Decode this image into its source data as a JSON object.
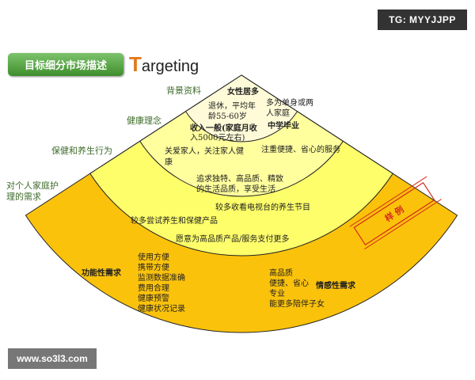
{
  "tag": "TG: MYYJJPP",
  "title": "目标细分市场描述",
  "targeting": {
    "first": "T",
    "rest": "argeting"
  },
  "website": "www.so3l3.com",
  "colors": {
    "ring1": "#fffbd8",
    "ring2": "#ffff9e",
    "ring3": "#fefe6a",
    "ring4": "#fbc20c",
    "label": "#3e6b2a",
    "stamp": "#d42a1c"
  },
  "layer_labels": [
    "背景资料",
    "健康理念",
    "保健和养生行为",
    "对个人家庭护",
    "理的需求"
  ],
  "ring1": [
    "女性居多",
    "退休，平均年",
    "龄55-60岁",
    "多为单身或两",
    "人家庭",
    "收入一般(家庭月收",
    "入5000元左右)",
    "中学毕业"
  ],
  "ring2": [
    "关爱家人，关注家人健",
    "康",
    "注重便捷、省心的服务",
    "追求独特、高品质、精致",
    "的生活品质，享受生活"
  ],
  "ring3": [
    "较多收看电视台的养生节目",
    "较多尝试养生和保健产品",
    "愿意为高品质产品/服务支付更多"
  ],
  "ring4": {
    "functional_title": "功能性需求",
    "functional": [
      "使用方便",
      "携带方便",
      "监测数据准确",
      "费用合理",
      "健康预警",
      "健康状况记录"
    ],
    "emotional_title": "情感性需求",
    "emotional": [
      "高品质",
      "便捷、省心",
      "专业",
      "能更多陪伴子女"
    ]
  },
  "stamp": "样 例"
}
